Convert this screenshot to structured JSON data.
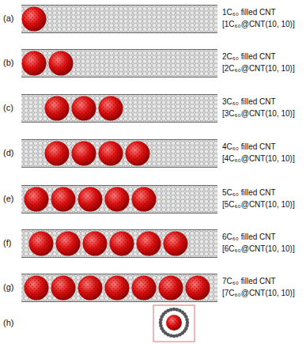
{
  "diagram": {
    "labels": [
      "(a)",
      "1C₆₀ filled CNT",
      "[1C₆₀@CNT(10, 10)]",
      "(b)",
      "2C₆₀ filled CNT",
      "[2C₆₀@CNT(10, 10)]",
      "(c)",
      "3C₆₀ filled CNT",
      "[3C₆₀@CNT(10, 10)]",
      "(d)",
      "4C₆₀ filled CNT",
      "[4C₆₀@CNT(10, 10)]",
      "(e)",
      "5C₆₀ filled CNT",
      "[5C₆₀@CNT(10, 10)]",
      "(f)",
      "6C₆₀ filled CNT",
      "[6C₆₀@CNT(10, 10)]",
      "(g)",
      "7C₆₀ filled CNT",
      "[7C₆₀@CNT(10, 10)]",
      "(h)"
    ]
  }
}
